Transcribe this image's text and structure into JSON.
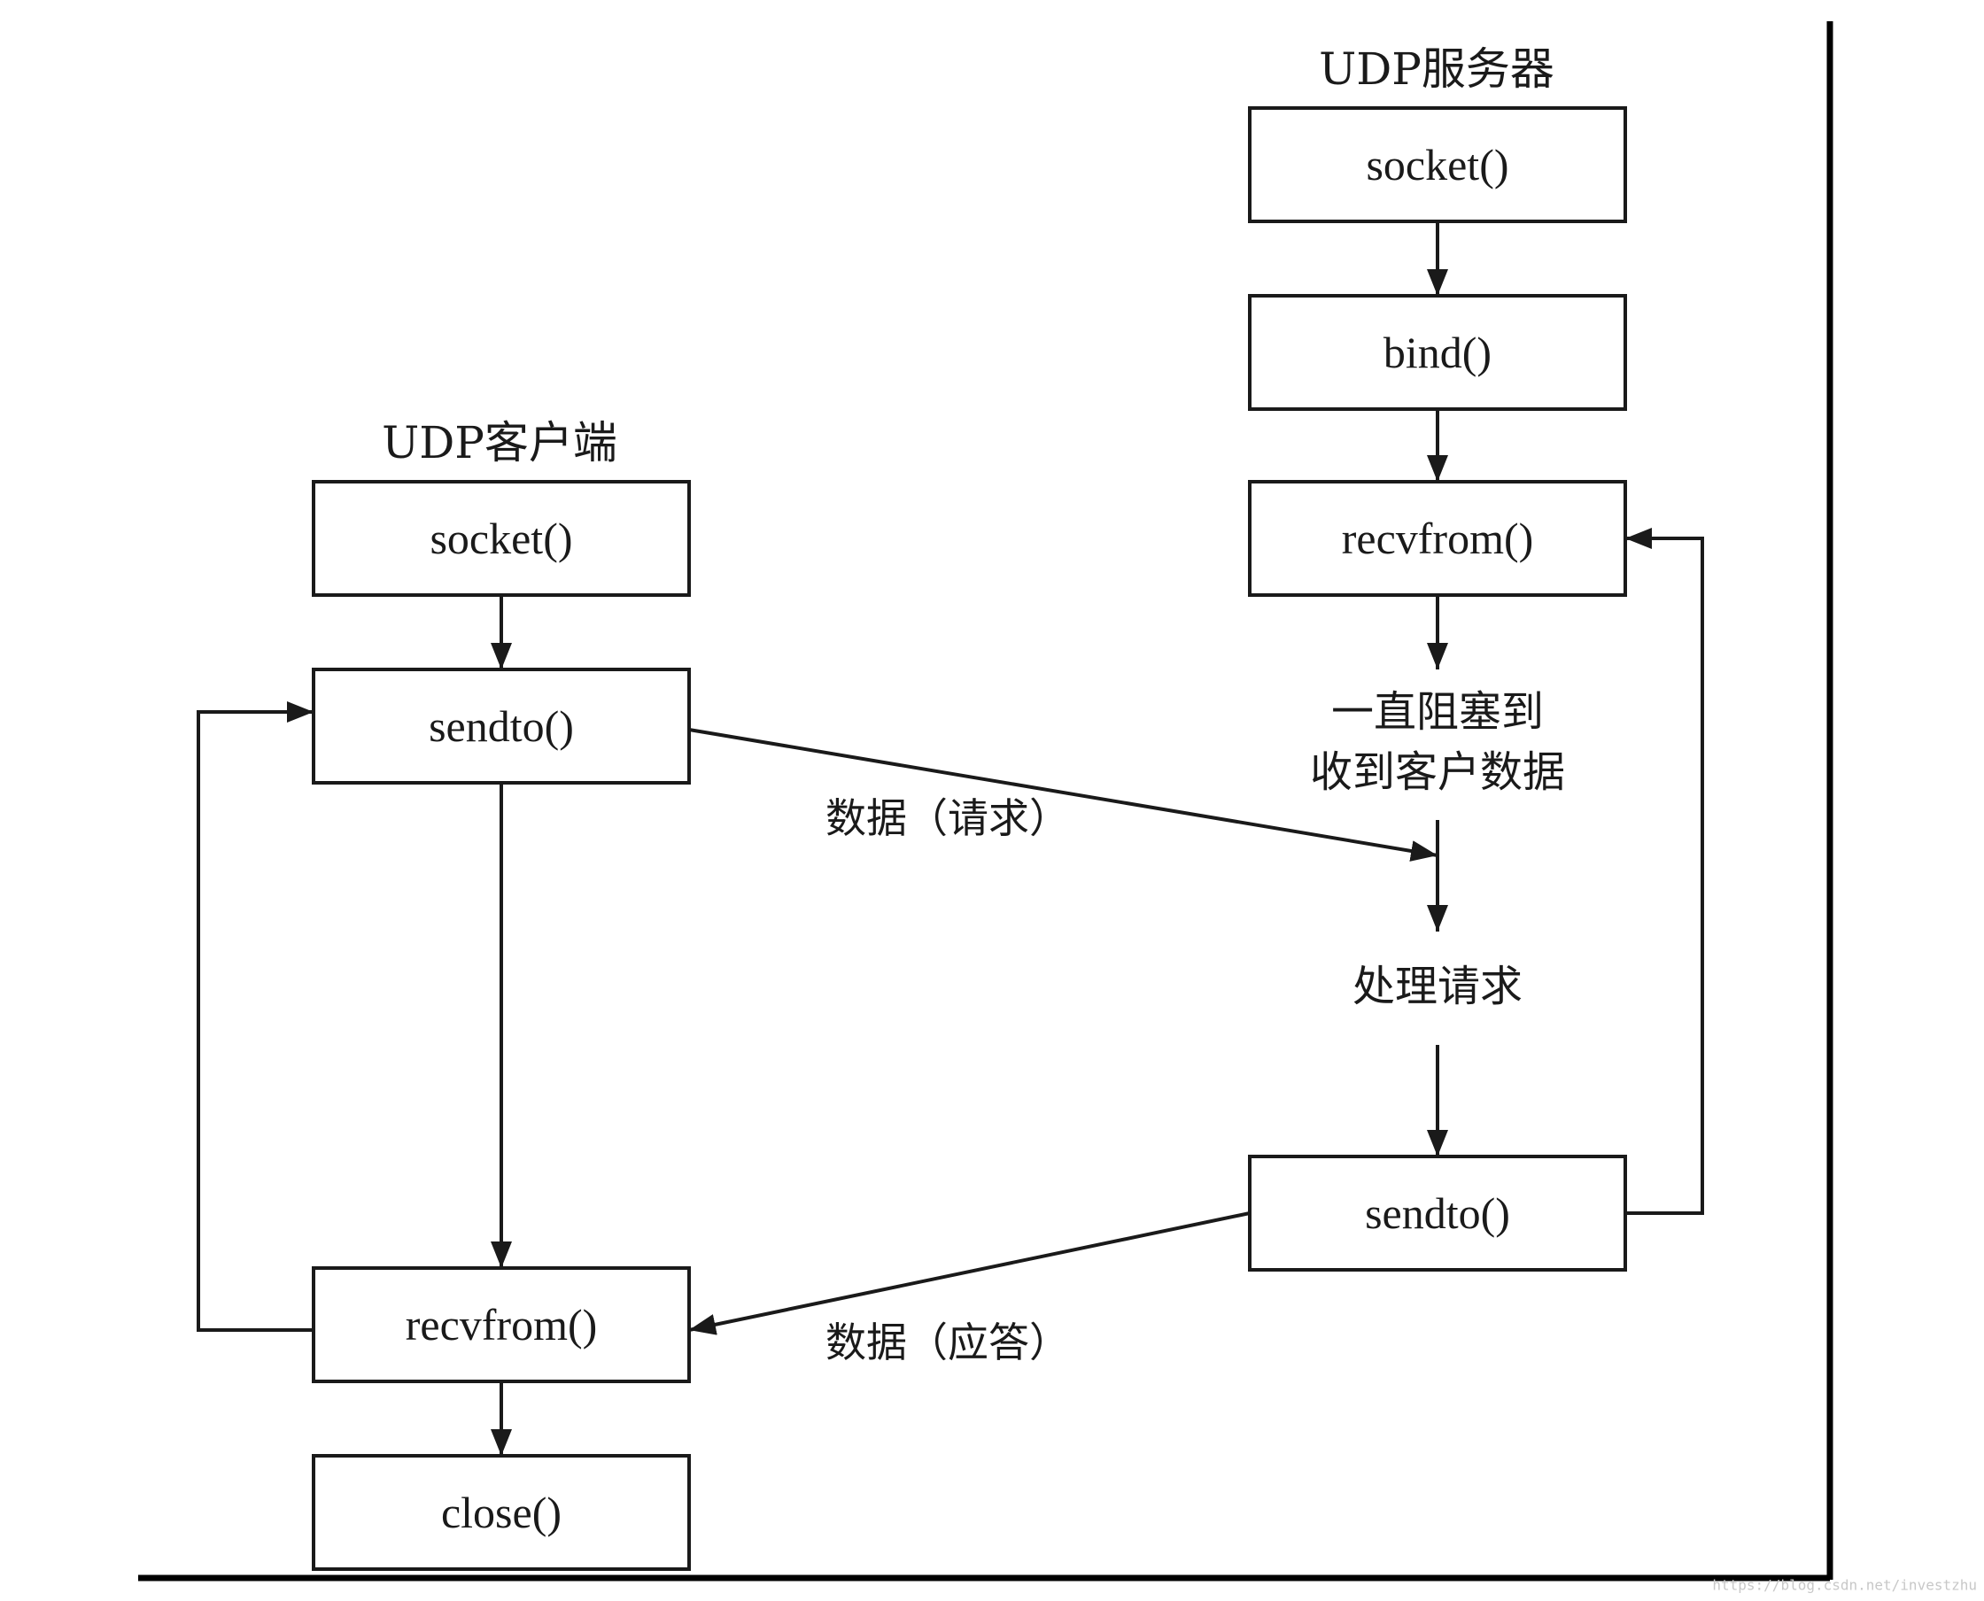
{
  "client": {
    "title": "UDP客户端",
    "nodes": {
      "socket": "socket()",
      "sendto": "sendto()",
      "recvfrom": "recvfrom()",
      "close": "close()"
    }
  },
  "server": {
    "title": "UDP服务器",
    "nodes": {
      "socket": "socket()",
      "bind": "bind()",
      "recvfrom": "recvfrom()",
      "sendto": "sendto()"
    },
    "block_note_line1": "一直阻塞到",
    "block_note_line2": "收到客户数据",
    "process_note": "处理请求"
  },
  "messages": {
    "request": "数据（请求）",
    "reply": "数据（应答）"
  },
  "watermark": "https://blog.csdn.net/investzhu"
}
